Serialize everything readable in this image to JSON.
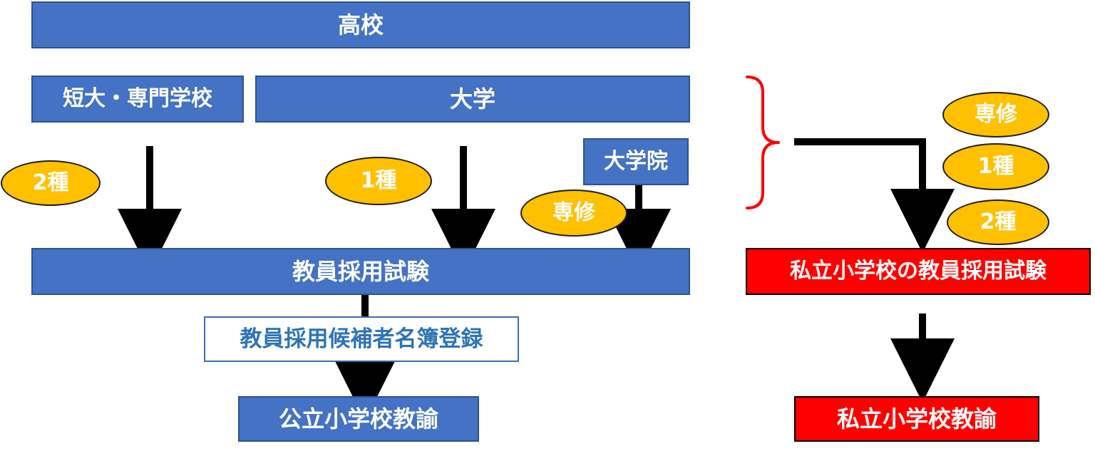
{
  "diagram": {
    "nodes": {
      "high_school": "高校",
      "junior_college": "短大・専門学校",
      "university": "大学",
      "graduate_school": "大学院",
      "teacher_exam": "教員採用試験",
      "candidate_registry": "教員採用候補者名簿登録",
      "public_teacher": "公立小学校教諭",
      "private_exam": "私立小学校の教員採用試験",
      "private_teacher": "私立小学校教諭"
    },
    "badges": {
      "type2_left": "2種",
      "type1_mid": "1種",
      "specialist_grad": "専修",
      "specialist_right": "専修",
      "type1_right": "1種",
      "type2_right": "2種"
    },
    "colors": {
      "blue_box": "#4472c4",
      "red_box": "#ff0000",
      "badge": "#ffc000",
      "outline_text": "#2e74b5",
      "bracket": "#ff0000",
      "arrow": "#000000"
    }
  }
}
